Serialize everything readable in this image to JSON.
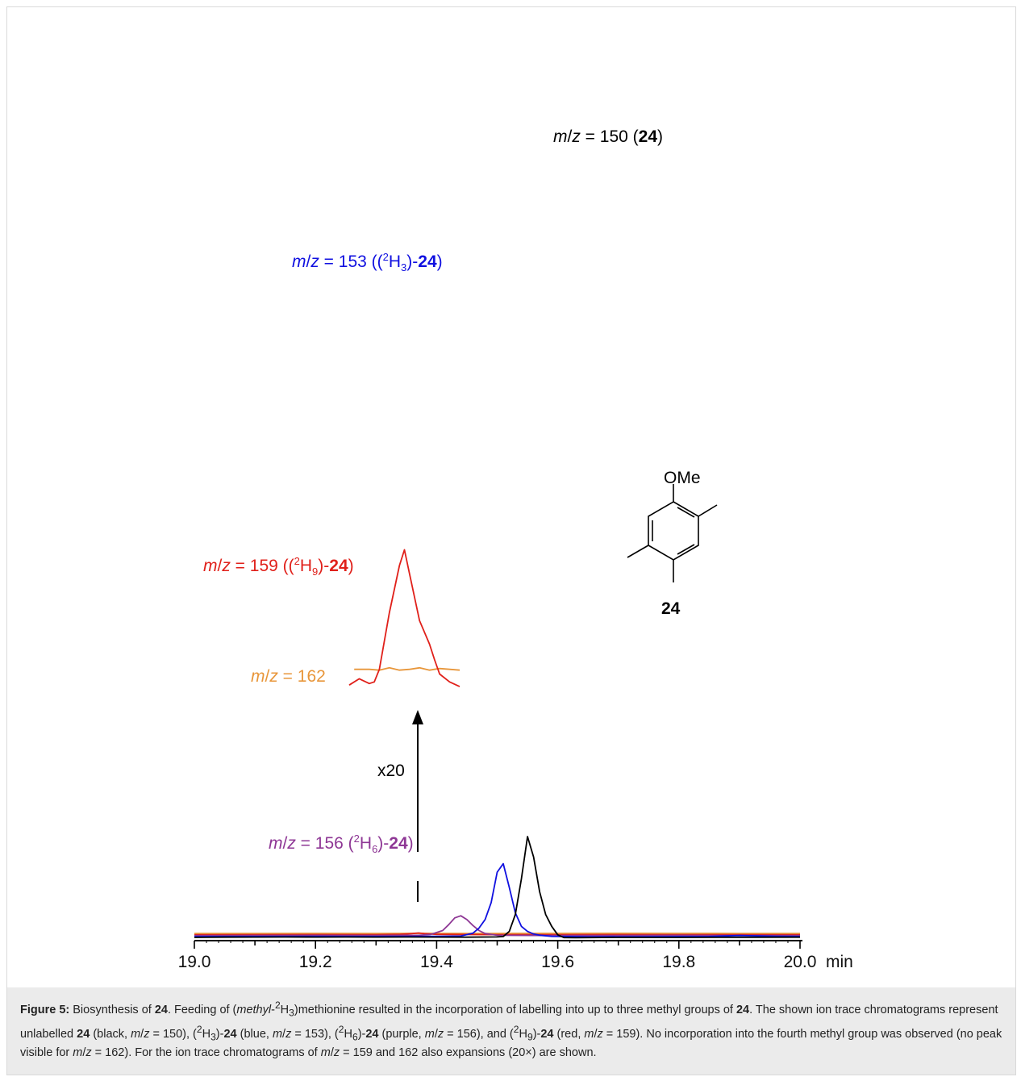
{
  "chart_data": {
    "type": "line",
    "x_axis": {
      "range": [
        19.0,
        20.0
      ],
      "major_ticks": [
        "19.0",
        "19.2",
        "19.4",
        "19.6",
        "19.8",
        "20.0"
      ],
      "minor_step": 0.1,
      "unit": "min"
    },
    "grid": false,
    "legend": "none (labels placed next to traces)",
    "series": [
      {
        "name": "m/z = 150 (24)",
        "color": "#000000",
        "points": [
          [
            19.0,
            1.0
          ],
          [
            19.05,
            1.2
          ],
          [
            19.1,
            1.3
          ],
          [
            19.15,
            1.4
          ],
          [
            19.2,
            1.3
          ],
          [
            19.25,
            1.4
          ],
          [
            19.3,
            1.3
          ],
          [
            19.35,
            1.4
          ],
          [
            19.4,
            1.3
          ],
          [
            19.45,
            1.2
          ],
          [
            19.5,
            1.5
          ],
          [
            19.51,
            2
          ],
          [
            19.52,
            8
          ],
          [
            19.53,
            28
          ],
          [
            19.54,
            70
          ],
          [
            19.55,
            120
          ],
          [
            19.56,
            96
          ],
          [
            19.57,
            55
          ],
          [
            19.58,
            28
          ],
          [
            19.59,
            14
          ],
          [
            19.6,
            4
          ],
          [
            19.61,
            0.8
          ],
          [
            19.63,
            0.6
          ],
          [
            19.7,
            1.0
          ],
          [
            19.8,
            1.0
          ],
          [
            19.9,
            1.1
          ],
          [
            20.0,
            1.2
          ]
        ]
      },
      {
        "name": "m/z = 153 ((2H3)-24)",
        "color": "#1010e0",
        "points": [
          [
            19.0,
            1.8
          ],
          [
            19.1,
            2.0
          ],
          [
            19.2,
            2.1
          ],
          [
            19.3,
            2.0
          ],
          [
            19.4,
            2.2
          ],
          [
            19.44,
            2.6
          ],
          [
            19.46,
            6
          ],
          [
            19.47,
            12
          ],
          [
            19.48,
            22
          ],
          [
            19.49,
            42
          ],
          [
            19.5,
            78
          ],
          [
            19.51,
            88
          ],
          [
            19.52,
            60
          ],
          [
            19.53,
            30
          ],
          [
            19.54,
            14
          ],
          [
            19.55,
            8
          ],
          [
            19.56,
            5
          ],
          [
            19.57,
            3.5
          ],
          [
            19.59,
            2.2
          ],
          [
            19.65,
            1.6
          ],
          [
            19.75,
            1.8
          ],
          [
            19.85,
            2.0
          ],
          [
            19.9,
            3.2
          ],
          [
            19.93,
            2.8
          ],
          [
            19.96,
            2.2
          ],
          [
            20.0,
            2.0
          ]
        ]
      },
      {
        "name": "m/z = 156 (2H6)-24)",
        "color": "#8e3795",
        "points": [
          [
            19.0,
            3.0
          ],
          [
            19.1,
            3.2
          ],
          [
            19.2,
            3.3
          ],
          [
            19.3,
            3.2
          ],
          [
            19.37,
            3.4
          ],
          [
            19.39,
            4.5
          ],
          [
            19.41,
            9
          ],
          [
            19.42,
            16
          ],
          [
            19.43,
            24
          ],
          [
            19.44,
            26.5
          ],
          [
            19.45,
            22
          ],
          [
            19.46,
            15
          ],
          [
            19.47,
            9
          ],
          [
            19.48,
            5.5
          ],
          [
            19.5,
            3.4
          ],
          [
            19.6,
            3.1
          ],
          [
            19.7,
            3.2
          ],
          [
            19.8,
            3.3
          ],
          [
            19.9,
            3.1
          ],
          [
            20.0,
            3.0
          ]
        ]
      },
      {
        "name": "m/z = 159 ((2H9)-24)",
        "color": "#e0201a",
        "points": [
          [
            19.0,
            4.0
          ],
          [
            19.1,
            4.2
          ],
          [
            19.2,
            4.3
          ],
          [
            19.3,
            4.2
          ],
          [
            19.34,
            4.6
          ],
          [
            19.36,
            5.5
          ],
          [
            19.37,
            6.2
          ],
          [
            19.38,
            5.4
          ],
          [
            19.4,
            4.6
          ],
          [
            19.5,
            4.2
          ],
          [
            19.6,
            4.1
          ],
          [
            19.7,
            4.3
          ],
          [
            19.8,
            4.2
          ],
          [
            19.9,
            4.1
          ],
          [
            20.0,
            4.0
          ]
        ]
      },
      {
        "name": "m/z = 162",
        "color": "#e8963a",
        "points": [
          [
            19.0,
            5.5
          ],
          [
            19.1,
            5.6
          ],
          [
            19.2,
            5.7
          ],
          [
            19.3,
            5.6
          ],
          [
            19.4,
            5.7
          ],
          [
            19.5,
            5.6
          ],
          [
            19.6,
            5.7
          ],
          [
            19.7,
            5.8
          ],
          [
            19.8,
            5.7
          ],
          [
            19.9,
            5.6
          ],
          [
            20.0,
            5.6
          ]
        ]
      }
    ],
    "insets": [
      {
        "name": "m/z = 159 x20",
        "color": "#e0201a",
        "points": [
          [
            19.32,
            0.4
          ],
          [
            19.33,
            0.8
          ],
          [
            19.34,
            0.5
          ],
          [
            19.345,
            0.6
          ],
          [
            19.35,
            1.4
          ],
          [
            19.36,
            5
          ],
          [
            19.37,
            8
          ],
          [
            19.375,
            9
          ],
          [
            19.38,
            7.5
          ],
          [
            19.39,
            4.5
          ],
          [
            19.4,
            3
          ],
          [
            19.405,
            2
          ],
          [
            19.41,
            1.1
          ],
          [
            19.42,
            0.6
          ],
          [
            19.43,
            0.3
          ]
        ]
      },
      {
        "name": "m/z = 162 x20",
        "color": "#e8963a",
        "points": [
          [
            19.325,
            1.4
          ],
          [
            19.34,
            1.4
          ],
          [
            19.35,
            1.35
          ],
          [
            19.36,
            1.5
          ],
          [
            19.37,
            1.35
          ],
          [
            19.38,
            1.4
          ],
          [
            19.39,
            1.5
          ],
          [
            19.4,
            1.35
          ],
          [
            19.41,
            1.45
          ],
          [
            19.43,
            1.35
          ]
        ]
      }
    ]
  },
  "labels": {
    "axis_unit": "min",
    "x20": "x20",
    "compound_number": "24",
    "ome": "OMe"
  },
  "caption": {
    "figure_label": "Figure 5:",
    "compound": "24"
  }
}
